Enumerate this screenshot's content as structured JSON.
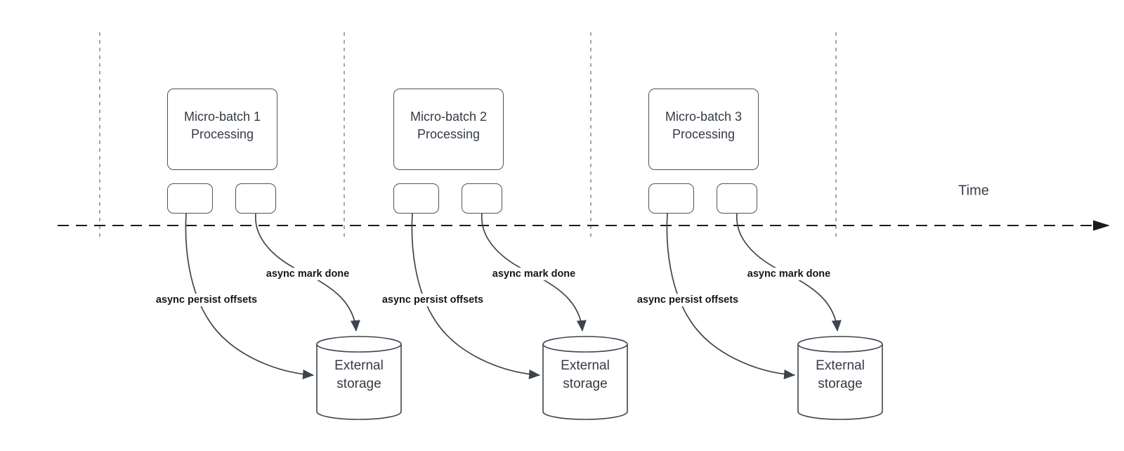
{
  "timeline": {
    "label": "Time"
  },
  "clusters": [
    {
      "processing_box": {
        "line1": "Micro-batch 1",
        "line2": "Processing"
      },
      "persist_label": "async persist offsets",
      "mark_done_label": "async mark done",
      "storage": {
        "line1": "External",
        "line2": "storage"
      }
    },
    {
      "processing_box": {
        "line1": "Micro-batch 2",
        "line2": "Processing"
      },
      "persist_label": "async persist offsets",
      "mark_done_label": "async mark done",
      "storage": {
        "line1": "External",
        "line2": "storage"
      }
    },
    {
      "processing_box": {
        "line1": "Micro-batch 3",
        "line2": "Processing"
      },
      "persist_label": "async persist offsets",
      "mark_done_label": "async mark done",
      "storage": {
        "line1": "External",
        "line2": "storage"
      }
    }
  ],
  "colors": {
    "shape_stroke": "#4d545c",
    "connector_stroke": "#3e444e",
    "guide_line": "#a6a6a6",
    "timeline_line": "#1c1c1e",
    "text_primary": "#343b45",
    "label_text": "#15171c"
  }
}
